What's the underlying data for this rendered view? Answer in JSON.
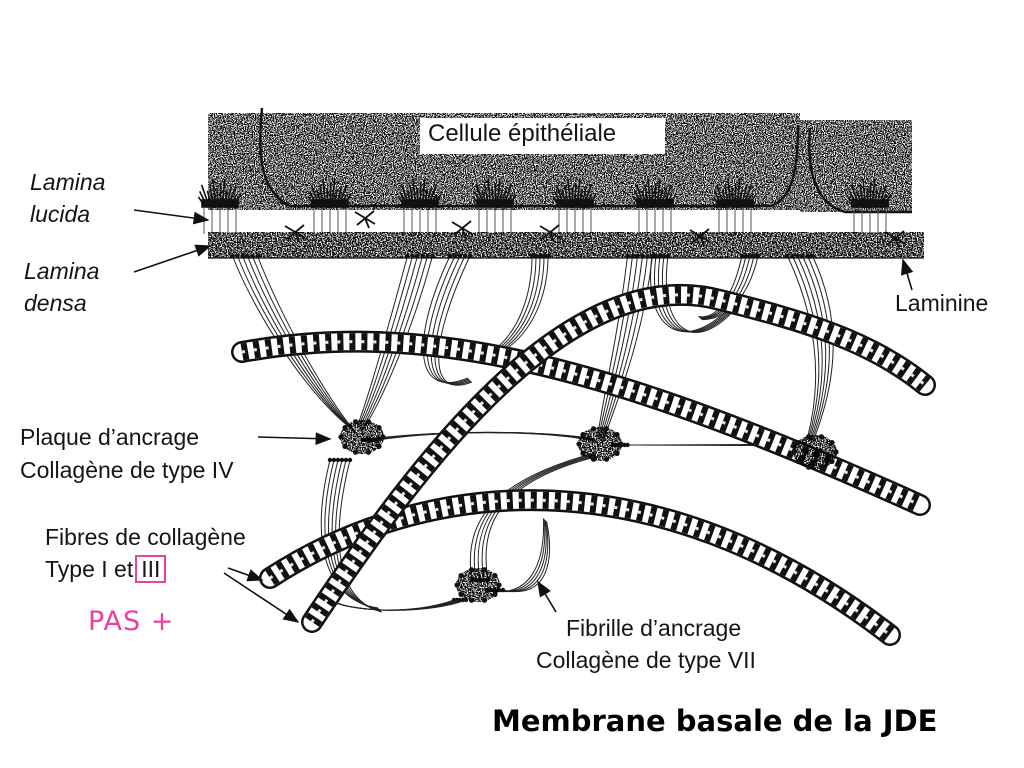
{
  "labels": {
    "cell": "Cellule épithéliale",
    "lucida_1": "Lamina",
    "lucida_2": "lucida",
    "densa_1": "Lamina",
    "densa_2": "densa",
    "laminine": "Laminine",
    "plaque_1": "Plaque d’ancrage",
    "plaque_2": "Collagène de type IV",
    "fibres_1": "Fibres de collagène",
    "fibres_2a": "Type I et",
    "fibres_2b": "III",
    "fibrille_1": "Fibrille d’ancrage",
    "fibrille_2": "Collagène de type VII"
  },
  "annotation": "PAS +",
  "caption": "Membrane basale de la JDE",
  "colors": {
    "highlight": "#ee3fa1",
    "ink": "#151515"
  }
}
